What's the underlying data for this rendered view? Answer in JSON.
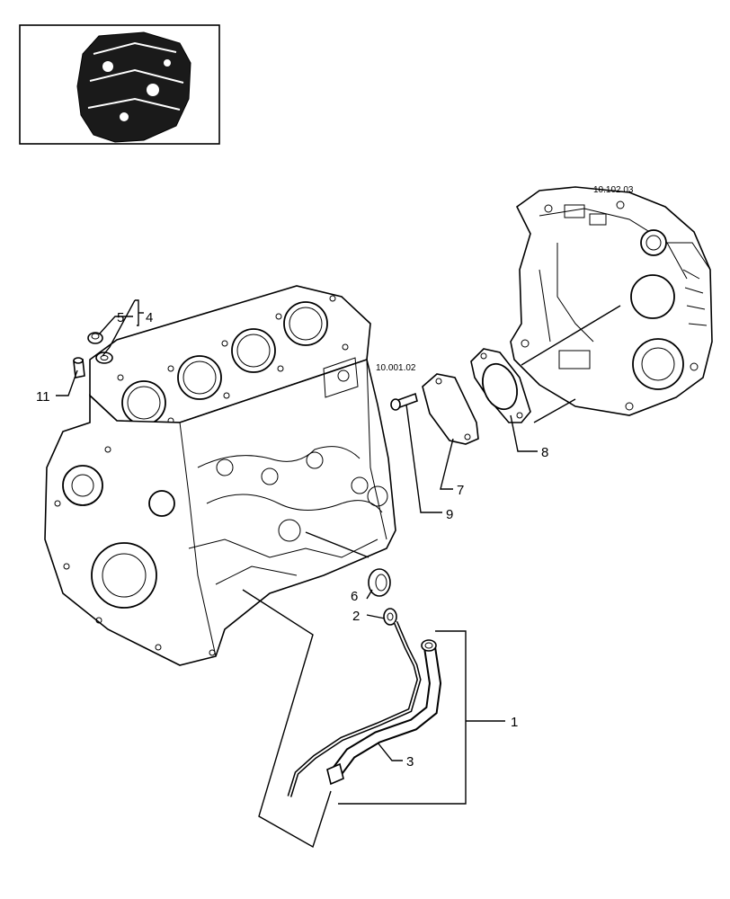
{
  "figure": {
    "callouts": [
      {
        "id": "c1",
        "text": "1"
      },
      {
        "id": "c2",
        "text": "2"
      },
      {
        "id": "c3",
        "text": "3"
      },
      {
        "id": "c4",
        "text": "4"
      },
      {
        "id": "c5",
        "text": "5"
      },
      {
        "id": "c6",
        "text": "6"
      },
      {
        "id": "c7",
        "text": "7"
      },
      {
        "id": "c8",
        "text": "8"
      },
      {
        "id": "c9",
        "text": "9"
      },
      {
        "id": "c11",
        "text": "11"
      }
    ],
    "references": {
      "timing_cover": "10.102.03",
      "engine_block": "10.001.02"
    },
    "thumbnail": {
      "icon": "engine-thumbnail-icon"
    }
  }
}
